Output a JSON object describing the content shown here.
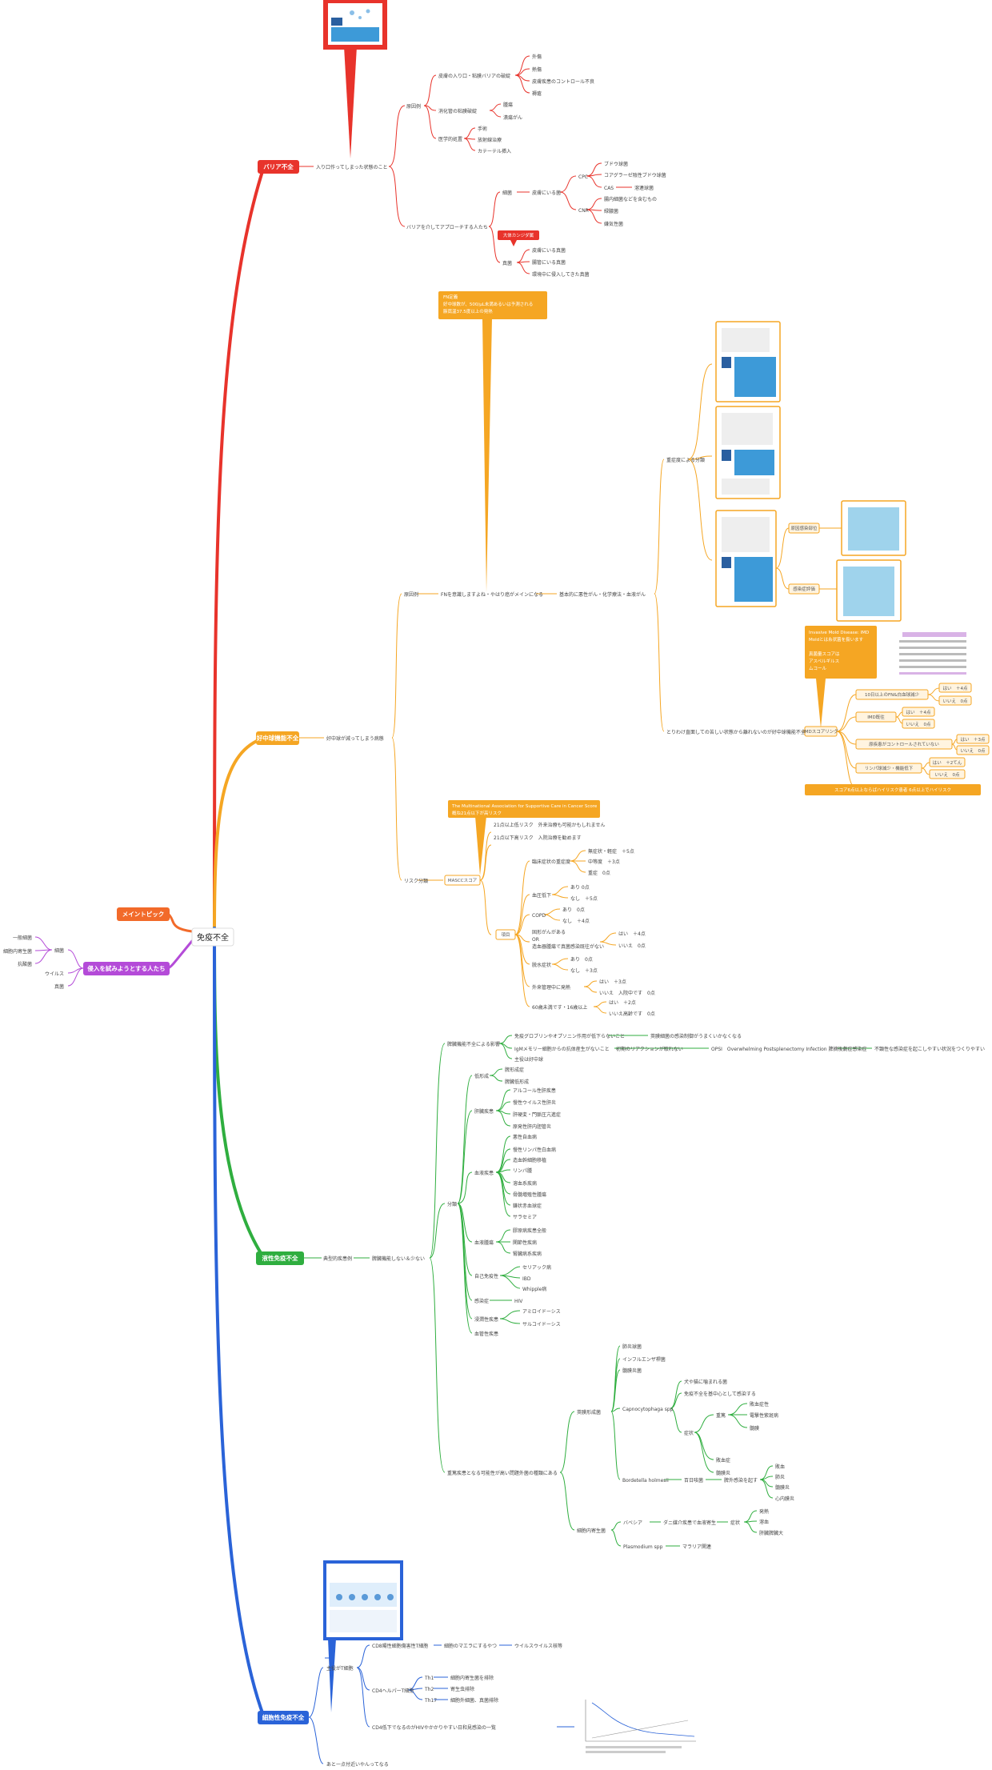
{
  "center": "免疫不全",
  "main_topic": "メイントピック",
  "colors": {
    "red": "#e8332b",
    "orange": "#f5a623",
    "green": "#2fae3f",
    "blue": "#2a63d8",
    "purple": "#b44bd8",
    "main": "#f26a2a"
  },
  "left_branch": {
    "label": "侵入を試みようとする人たち",
    "children": [
      "細菌",
      "ウイルス",
      "真菌"
    ],
    "grandchildren": [
      "一般細菌",
      "細胞内寄生菌",
      "抗酸菌"
    ]
  },
  "barrier": {
    "label": "バリア不全",
    "l1": "入り口作ってしまった状態のこと",
    "genin": "原因例",
    "a1": "皮膚の入り口・粘膜バリアの破綻",
    "a1_items": [
      "外傷",
      "熱傷",
      "皮膚疾患のコントロール不良",
      "褥瘡"
    ],
    "a2": "消化管の粘膜破綻",
    "a2_items": [
      "腫瘍",
      "潰瘍がん"
    ],
    "a3": "医学的処置",
    "a3_items": [
      "手術",
      "放射線治療",
      "カテーテル挿入"
    ],
    "b1": "バリアを介してアプローチする人たち",
    "bact": "細菌",
    "bact_sub": "皮膚にいる菌",
    "cpc": "CPC",
    "cpc_items": [
      "ブドウ球菌",
      "コアグラーゼ陰性ブドウ球菌"
    ],
    "cas": "CAS",
    "cas_item": "溶連球菌",
    "cnr": "CNR",
    "cnr_items": [
      "腸内細菌などを含むもの",
      "緑膿菌",
      "嫌気性菌"
    ],
    "fungi": "真菌",
    "fungi_tag": "大体カンジダ属",
    "fungi_items": [
      "皮膚にいる真菌",
      "腸管にいる真菌",
      "環境中に侵入してきた真菌"
    ]
  },
  "neutro": {
    "label": "好中球機能不全",
    "l1": "好中球が減ってしまう病態",
    "genin": "原因例",
    "fn": "FNを意識しますよね・やはり癌がメインになる",
    "callout_title": "FN定義",
    "callout_lines": [
      "好中球数が、500/μL未満あるいは予測される",
      "腋窩温37.5度以上の発熱"
    ],
    "chemo": "基本的に悪性がん・化学療法・血液がん",
    "severity": "重症度による分類",
    "crit_a": "原因感染部位",
    "crit_b": "感染症評価",
    "idd": "とりわけ直面しての苦しい状態から離れないのが好中球機能不全",
    "idd_score": "IMDスコアリング",
    "idd_callout": [
      "Invasive Mold Disease: IMD",
      "Moldとは糸状菌を扱います",
      "",
      "真菌量スコアは",
      "アスペルギルス",
      "ムコール"
    ],
    "q1": "10日以上のFN&白血球減少",
    "q2": "IMD既往",
    "q3": "原疾患がコントロールされていない",
    "q4": "リンパ球減少・機能低下",
    "yes4": "はい　＋4点",
    "no0": "いいえ　0点",
    "yes3": "はい　＋3点",
    "yes2": "はい　＋2てん",
    "score_result": "スコア6点以上ならばハイリスク患者 6点以上でハイリスク",
    "risk": "リスク分類",
    "mascc": "MASCCスコア",
    "mascc_callout": [
      "The Multinational Association for Supportive Care in Cancer Score",
      "概ね21点以下が高リスク"
    ],
    "mascc_note1": "21点以上低リスク　外来治療も可能かもしれません",
    "mascc_note2": "21点以下高リスク　入院治療を勧めます",
    "items": "項目",
    "i1": "臨床症状の重症度",
    "i1v": [
      "無症状・軽症　＋5点",
      "中等度　＋3点",
      "重症　0点"
    ],
    "i2": "血圧低下",
    "i2v": [
      "あり 0点",
      "なし　＋5点"
    ],
    "i3": "COPD",
    "i3v": [
      "あり　0点",
      "なし　＋4点"
    ],
    "i4": "固形がんがある",
    "i4b": "OR",
    "i4c": "造血器腫瘍で真菌感染既往がない",
    "i4v": [
      "はい　＋4点",
      "いいえ　0点"
    ],
    "i5": "脱水症状",
    "i5v": [
      "あり　0点",
      "なし　＋3点"
    ],
    "i6": "外来管理中に発熱",
    "i6v": [
      "はい　＋3点",
      "いいえ　入院中です　0点"
    ],
    "i7": "60歳未満です・16歳以上",
    "i7v": [
      "はい　＋2点",
      "いいえ高齢です　0点"
    ]
  },
  "humoral": {
    "label": "液性免疫不全",
    "l1": "典型的疾患例",
    "l2": "脾臓機能しない＆少ない",
    "h1": "脾臓機能不全による影響",
    "h1a": "免疫グロブリンやオプソニン作用が低下らないこと",
    "h1a2": "莢膜細菌の感染制御がうまくいかなくなる",
    "h1b": "IgMメモリー細胞からの抗体産生がないこと",
    "h1b2": "初期のリアクションが取れない",
    "opsi": "OPSI　Overwhelming Postsplenectomy Infection 脾摘後劇症感染症",
    "opsi2": "不顕性な感染症を起こしやすい状況をつくりやすい",
    "h1c": "主役は好中球",
    "class": "分類",
    "c1": "低形成",
    "c1v": [
      "脾形成症",
      "脾臓低形成"
    ],
    "c2": "肝臓疾患",
    "c2v": [
      "アルコール性肝疾患",
      "慢性ウイルス性肝炎",
      "肝硬変・門脈圧亢進症",
      "原発性肝内胆管炎"
    ],
    "c3": "血液疾患",
    "c3v": [
      "悪性自血病",
      "慢性リンパ性白血病",
      "造血幹細胞移植",
      "リンパ腫",
      "溶血系疾病",
      "骨髄増殖性腫瘍",
      "鎌状赤血球症",
      "サラセミア"
    ],
    "c4": "血液腫瘍",
    "c4v": [
      "膠原病疾患全般",
      "関節性疾病",
      "腎臓病系疾病"
    ],
    "c5": "自己免疫性",
    "c5v": [
      "セリアック病",
      "IBD",
      "Whipple病"
    ],
    "c6": "感染症",
    "c6v": [
      "HIV"
    ],
    "c7": "浸潤性疾患",
    "c7v": [
      "アミロイドーシス",
      "サルコイドーシス"
    ],
    "c8": "血管性疾患",
    "risky": "重篤疾患となる可能性が高い問題外菌の種類にある",
    "kmk": "莢膜形成菌",
    "kmkv": [
      "肺炎球菌",
      "インフルエンザ桿菌",
      "髄膜炎菌"
    ],
    "capno": "Capnocytophaga spp",
    "capno1": "犬や猫に噛まれる菌",
    "capno2": "免疫不全を基中心として感染する",
    "sx": "症状",
    "juusho": "重篤",
    "jv": [
      "敗血症性",
      "電撃性紫斑病",
      "髄膜"
    ],
    "shock": "敗血症",
    "meningitis": "髄膜炎",
    "bord": "Bordetella holmesii",
    "bord1": "百日咳菌",
    "bord2": "脾外感染を起す",
    "bordv": [
      "敗血",
      "肺炎",
      "髄膜炎",
      "心内膜炎"
    ],
    "ic": "細胞内寄生菌",
    "bab": "バベシア",
    "bab1": "ダニ媒介疾患で血液寄生",
    "bab2": "症状",
    "babv": [
      "発熱",
      "溶血",
      "肝臓脾臓大"
    ],
    "plas": "Plasmodium spp",
    "plas1": "マラリア関連"
  },
  "cellular": {
    "label": "細胞性免疫不全",
    "l1": "主役がT細胞",
    "cd8": "CD8陽性細胞傷害性T細胞",
    "cd8a": "細胞のマエラにするやつ",
    "cd8b": "ウイルスウイルス核等",
    "cd4": "CD4ヘルパーT細胞",
    "th": [
      "Th1",
      "Th2",
      "Th17"
    ],
    "thv": [
      "細胞内寄生菌を排除",
      "寄生虫排除",
      "細胞外細菌、真菌排除"
    ],
    "aids": "CD4低下でなるのがHIVやかかりやすい日和見感染の一覧",
    "last": "あと一点付近いやんってなる"
  }
}
